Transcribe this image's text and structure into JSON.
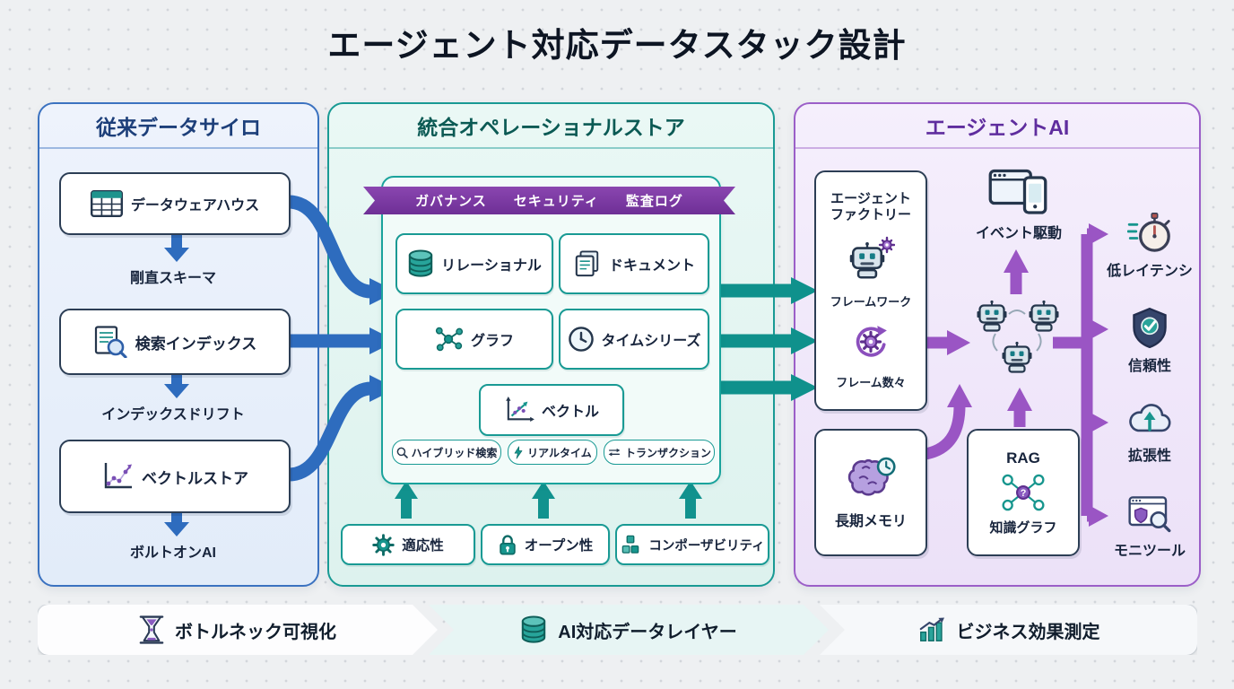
{
  "title": "エージェント対応データスタック設計",
  "silos": {
    "title": "従来データサイロ",
    "items": [
      {
        "label": "データウェアハウス",
        "icon": "table-icon",
        "caption": "剛直スキーマ"
      },
      {
        "label": "検索インデックス",
        "icon": "search-document-icon",
        "caption": "インデックスドリフト"
      },
      {
        "label": "ベクトルストア",
        "icon": "scatter-plot-icon",
        "caption": "ボルトオンAI"
      }
    ]
  },
  "store": {
    "title": "統合オペレーショナルストア",
    "banner": {
      "items": [
        "ガバナンス",
        "セキュリティ",
        "監査ログ"
      ]
    },
    "engines": [
      {
        "label": "リレーショナル",
        "icon": "database-icon"
      },
      {
        "label": "ドキュメント",
        "icon": "documents-icon"
      },
      {
        "label": "グラフ",
        "icon": "graph-icon"
      },
      {
        "label": "タイムシリーズ",
        "icon": "clock-icon"
      },
      {
        "label": "ベクトル",
        "icon": "vector-axes-icon"
      }
    ],
    "capabilities": [
      {
        "label": "ハイブリッド検索",
        "icon": "magnifier-icon"
      },
      {
        "label": "リアルタイム",
        "icon": "lightning-icon"
      },
      {
        "label": "トランザクション",
        "icon": "swap-arrows-icon"
      }
    ],
    "qualities": [
      {
        "label": "適応性",
        "icon": "gear-icon"
      },
      {
        "label": "オープン性",
        "icon": "lock-icon"
      },
      {
        "label": "コンポーザビリティ",
        "icon": "cubes-icon"
      }
    ]
  },
  "agent": {
    "title": "エージェントAI",
    "factory": {
      "line1": "エージェント",
      "line2": "ファクトリー",
      "framework_label": "フレームワーク",
      "frameworks_label": "フレーム数々",
      "icons": [
        "robot-gear-icon",
        "gear-sync-icon"
      ]
    },
    "event_driven": {
      "label": "イベント駆動",
      "icon": "window-phone-icon"
    },
    "cluster": {
      "icon": "robot-icon"
    },
    "memory": {
      "label": "長期メモリ",
      "icon": "brain-clock-icon"
    },
    "rag": {
      "title": "RAG",
      "label": "知識グラフ",
      "icon": "knowledge-graph-icon"
    },
    "benefits": [
      {
        "label": "低レイテンシ",
        "icon": "stopwatch-icon"
      },
      {
        "label": "信頼性",
        "icon": "shield-check-icon"
      },
      {
        "label": "拡張性",
        "icon": "cloud-icon"
      },
      {
        "label": "モニツール",
        "icon": "monitor-search-icon"
      }
    ]
  },
  "footer": {
    "steps": [
      {
        "label": "ボトルネック可視化",
        "icon": "funnel-icon"
      },
      {
        "label": "AI対応データレイヤー",
        "icon": "database-icon"
      },
      {
        "label": "ビジネス効果測定",
        "icon": "bar-chart-icon"
      }
    ]
  },
  "colors": {
    "blue_arrow": "#2e6cbe",
    "teal_arrow": "#0f918c",
    "purple_arrow": "#9a55c4",
    "banner_purple": "#7b3fa0",
    "panel_blue_border": "#3b72c0",
    "panel_teal_border": "#199a94",
    "panel_purple_border": "#9b5fc8"
  }
}
